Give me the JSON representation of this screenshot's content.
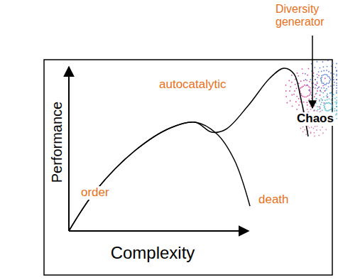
{
  "diagram": {
    "labels": [
      "Diversity generator",
      "Performance",
      "Complexity",
      "order",
      "autocatalytic",
      "death",
      "Chaos"
    ]
  }
}
